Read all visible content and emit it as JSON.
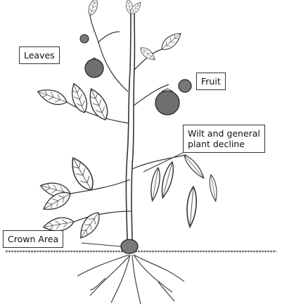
{
  "labels": {
    "leaves": "Leaves",
    "fruit": "Fruit",
    "wilt": "Wilt and general\nplant decline",
    "crown": "Crown Area"
  },
  "colors": {
    "ink": "#333333",
    "fruit": "#6f6f6f",
    "leaf_fill": "#fbfbfb"
  }
}
